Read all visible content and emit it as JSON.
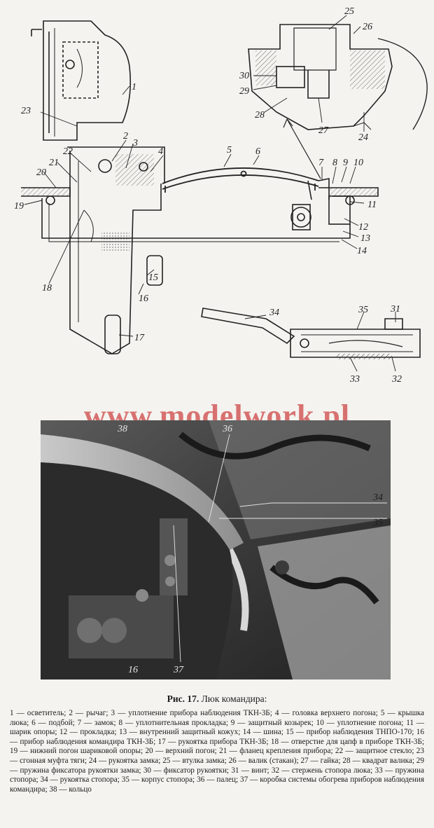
{
  "figure": {
    "drawing_labels": [
      "1",
      "2",
      "3",
      "4",
      "5",
      "6",
      "7",
      "8",
      "9",
      "10",
      "11",
      "12",
      "13",
      "14",
      "15",
      "16",
      "17",
      "18",
      "19",
      "20",
      "21",
      "22",
      "23",
      "24",
      "25",
      "26",
      "27",
      "28",
      "29",
      "30",
      "31",
      "32",
      "33",
      "34",
      "35"
    ],
    "photo_labels": [
      "38",
      "36",
      "34",
      "35",
      "16",
      "37"
    ],
    "watermark": "www.modelwork.pl"
  },
  "caption": {
    "title_prefix": "Рис. 17.",
    "title_text": " Люк командира:",
    "body": "1 — осветитель; 2 — рычаг; 3 — уплотнение прибора наблюдения ТКН-3Б; 4 — головка верхнего погона; 5 — крышка люка; 6 — подбой; 7 — замок; 8 — уплотнительная прокладка; 9 — защитный козырек; 10 — уплотнение погона; 11 — шарик опоры; 12 — прокладка; 13 — внутренний защитный кожух; 14 — шина; 15 — прибор наблюдения ТНПО-170; 16 — прибор наблюдения командира ТКН-3Б; 17 — рукоятка прибора ТКН-3Б; 18 — отверстие для цапф в приборе ТКН-3Б; 19 — нижний погон шариковой опоры; 20 — верхний погон; 21 — фланец крепления прибора; 22 — защитное стекло; 23 — сгонная муфта тяги; 24 — рукоятка замка; 25 — втулка замка; 26 — валик (стакан); 27 — гайка; 28 — квадрат валика; 29 — пружина фиксатора рукоятки замка; 30 — фиксатор рукоятки; 31 — винт; 32 — стержень стопора люка; 33 — пружина стопора; 34 — рукоятка стопора; 35 — корпус стопора; 36 — палец; 37 — коробка системы обогрева приборов наблюдения командира; 38 — кольцо"
  }
}
